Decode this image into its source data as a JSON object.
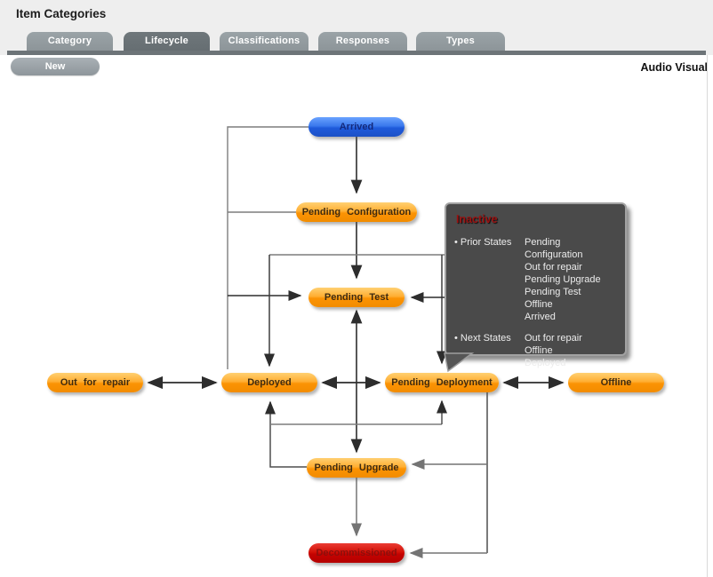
{
  "header": {
    "title": "Item Categories"
  },
  "tabs": [
    {
      "label": "Category"
    },
    {
      "label": "Lifecycle"
    },
    {
      "label": "Classifications"
    },
    {
      "label": "Responses"
    },
    {
      "label": "Types"
    }
  ],
  "toolbar": {
    "new_label": "New",
    "category_name": "Audio Visual"
  },
  "diagram": {
    "nodes": [
      {
        "id": "arrived",
        "label": "Arrived",
        "color": "blue"
      },
      {
        "id": "pending-configuration",
        "label": "Pending Configuration",
        "color": "orange"
      },
      {
        "id": "pending-test",
        "label": "Pending Test",
        "color": "orange"
      },
      {
        "id": "out-for-repair",
        "label": "Out for repair",
        "color": "orange"
      },
      {
        "id": "deployed",
        "label": "Deployed",
        "color": "orange"
      },
      {
        "id": "pending-deployment",
        "label": "Pending Deployment",
        "color": "orange"
      },
      {
        "id": "offline",
        "label": "Offline",
        "color": "orange"
      },
      {
        "id": "pending-upgrade",
        "label": "Pending Upgrade",
        "color": "orange"
      },
      {
        "id": "decommissioned",
        "label": "Decommissioned",
        "color": "red"
      }
    ],
    "tooltip": {
      "title": "Inactive",
      "bullet": "•",
      "sections": [
        {
          "label": "Prior States",
          "values": [
            "Pending Configuration",
            "Out for repair",
            "Pending Upgrade",
            "Pending Test",
            "Offline",
            "Arrived"
          ]
        },
        {
          "label": "Next States",
          "values": [
            "Out for repair",
            "Offline",
            "Deployed"
          ]
        }
      ]
    }
  },
  "colors": {
    "state_active_blue": "#2f6fe4",
    "state_orange": "#ffa016",
    "state_decommissioned_red": "#c40301",
    "tooltip_background": "#4a4a4a",
    "tooltip_title_red": "#9b1312",
    "tab_active": "#666e72",
    "tab_inactive": "#8d9599"
  }
}
